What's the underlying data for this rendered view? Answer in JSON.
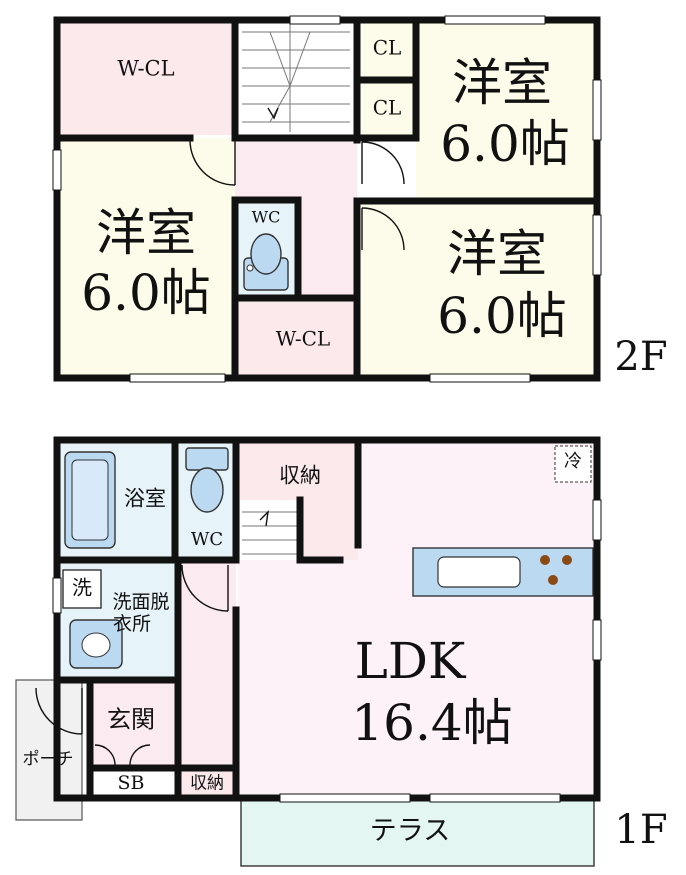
{
  "colors": {
    "wall": "#111111",
    "closet_pink": "#fbe9ec",
    "room_yellow": "#fdfbe9",
    "hall_pink": "#fbeaf0",
    "wet_blue": "#e6f3f8",
    "ldk_pink": "#fdf2f7",
    "fixture_blue": "#bcd9f2",
    "porch_grey": "#f1f1f1",
    "terrace_blue": "#e4f6f2"
  },
  "floor2": {
    "floor_label": "2F",
    "wcl_top": "W-CL",
    "cl_1": "CL",
    "cl_2": "CL",
    "room_ne": {
      "line1": "洋室",
      "line2": "6.0帖"
    },
    "room_w": {
      "line1": "洋室",
      "line2": "6.0帖"
    },
    "room_se": {
      "line1": "洋室",
      "line2": "6.0帖"
    },
    "wc": "WC",
    "wcl_bottom": "W-CL"
  },
  "floor1": {
    "floor_label": "1F",
    "bath": "浴室",
    "wc": "WC",
    "storage": "収納",
    "fridge": "冷",
    "washer": "洗",
    "dressing": {
      "line1": "洗面脱",
      "line2": "衣所"
    },
    "ldk": {
      "line1": "LDK",
      "line2": "16.4帖"
    },
    "entrance": "玄関",
    "porch": "ポーチ",
    "shoe_box": "SB",
    "storage_small": "収納",
    "terrace": "テラス"
  }
}
